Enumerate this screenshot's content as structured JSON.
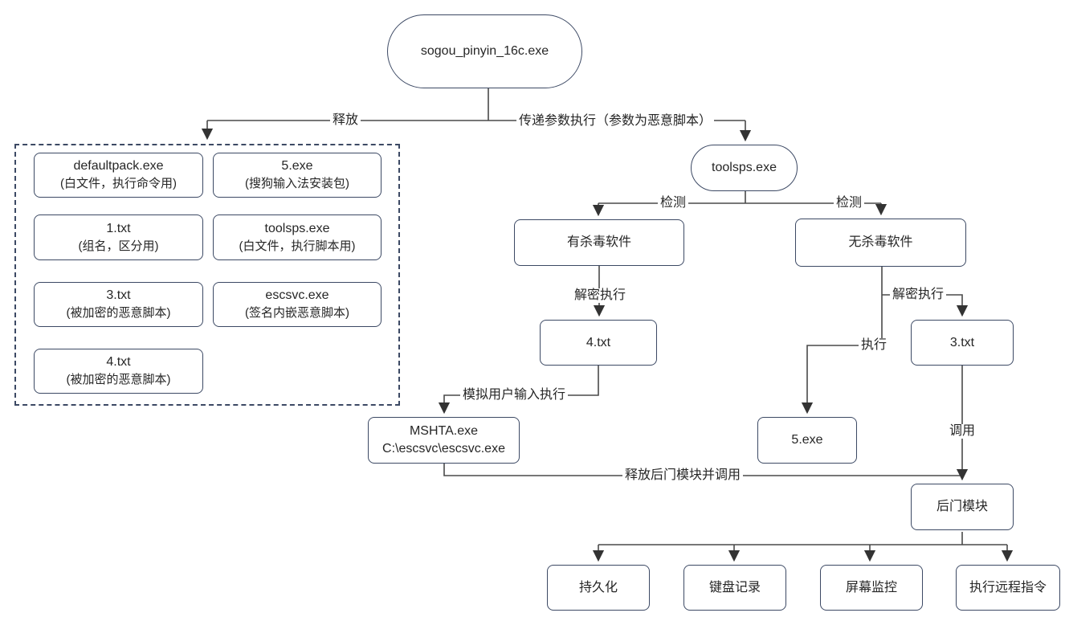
{
  "diagram": {
    "title": "sogou_pinyin malware execution flow",
    "root": {
      "label": "sogou_pinyin_16c.exe"
    },
    "dropped_group": {
      "items": [
        {
          "name": "defaultpack.exe",
          "desc": "(白文件，执行命令用)"
        },
        {
          "name": "5.exe",
          "desc": "(搜狗输入法安装包)"
        },
        {
          "name": "1.txt",
          "desc": "(组名，区分用)"
        },
        {
          "name": "toolsps.exe",
          "desc": "(白文件，执行脚本用)"
        },
        {
          "name": "3.txt",
          "desc": "(被加密的恶意脚本)"
        },
        {
          "name": "escsvc.exe",
          "desc": "(签名内嵌恶意脚本)"
        },
        {
          "name": "4.txt",
          "desc": "(被加密的恶意脚本)"
        }
      ]
    },
    "nodes": {
      "toolsps": {
        "label": "toolsps.exe"
      },
      "av_present": {
        "label": "有杀毒软件"
      },
      "av_absent": {
        "label": "无杀毒软件"
      },
      "txt4": {
        "label": "4.txt"
      },
      "txt3": {
        "label": "3.txt"
      },
      "mshta": {
        "line1": "MSHTA.exe",
        "line2": "C:\\escsvc\\escsvc.exe"
      },
      "exe5": {
        "label": "5.exe"
      },
      "backdoor": {
        "label": "后门模块"
      },
      "persistence": {
        "label": "持久化"
      },
      "keylogger": {
        "label": "键盘记录"
      },
      "screen_monitor": {
        "label": "屏幕监控"
      },
      "remote_cmd": {
        "label": "执行远程指令"
      }
    },
    "edge_labels": {
      "release": "释放",
      "pass_params": "传递参数执行（参数为恶意脚本）",
      "detect_left": "检测",
      "detect_right": "检测",
      "decrypt_left": "解密执行",
      "decrypt_right": "解密执行",
      "execute": "执行",
      "simulate_input": "模拟用户输入执行",
      "invoke": "调用",
      "drop_backdoor": "释放后门模块并调用"
    },
    "colors": {
      "node_border": "#3c4964",
      "line": "#4a4a4a",
      "arrow": "#333333",
      "text": "#262626",
      "background": "#ffffff"
    }
  }
}
